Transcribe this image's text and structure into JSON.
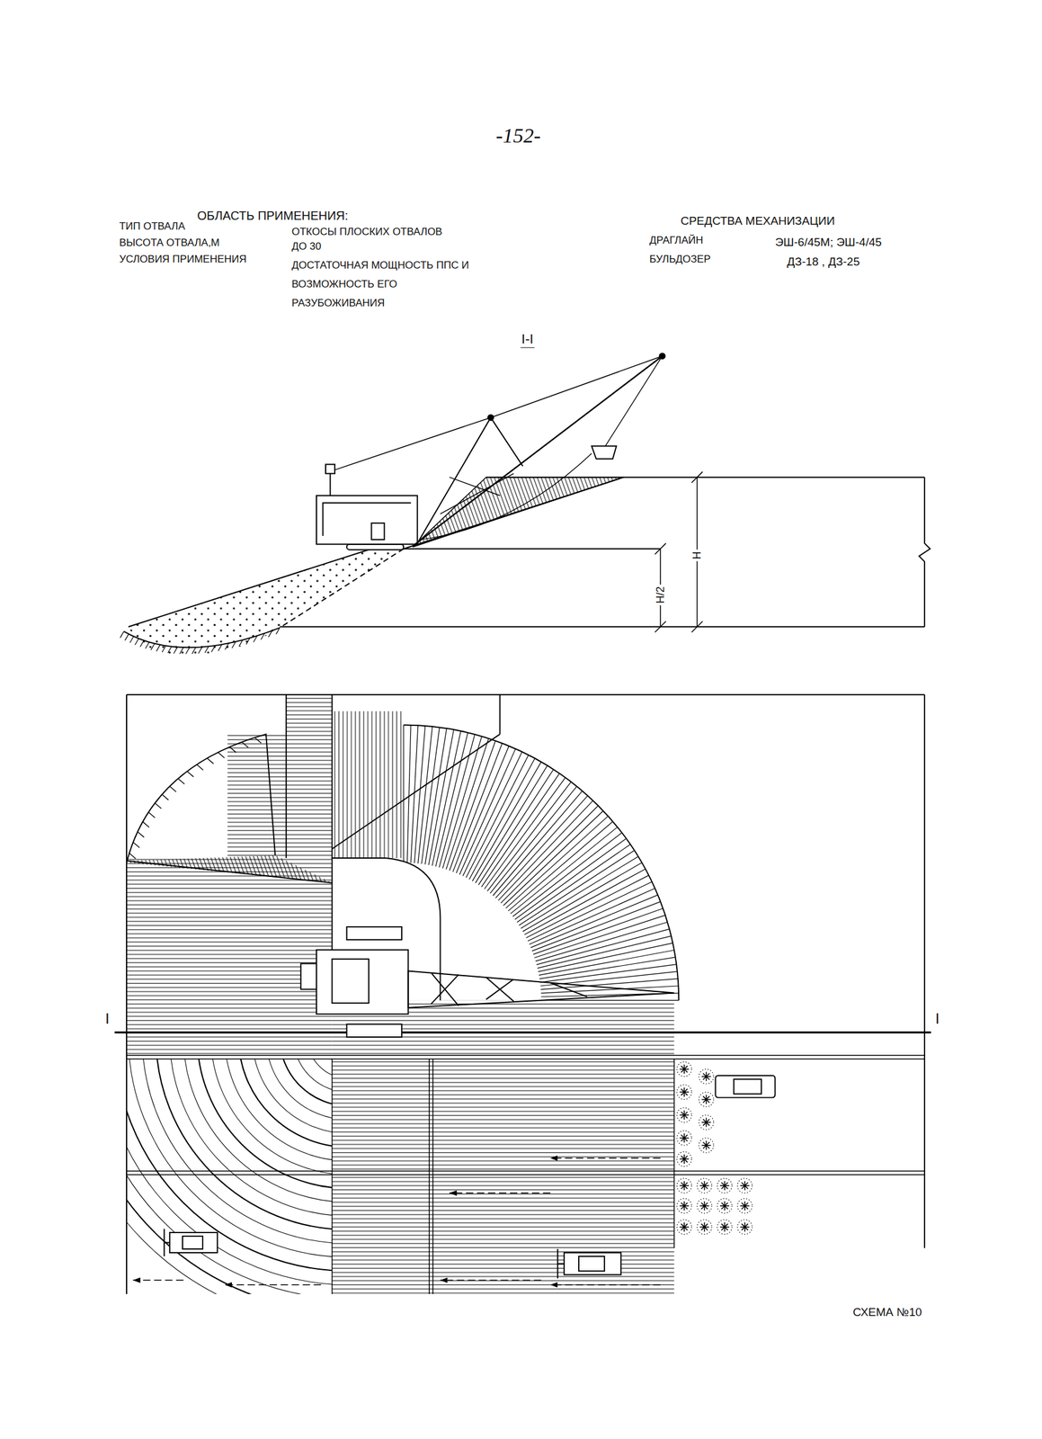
{
  "diagram": {
    "caption": "СХЕМА №10",
    "labels": [
      "-152-",
      "ОБЛАСТЬ ПРИМЕНЕНИЯ:",
      "ТИП ОТВАЛА",
      "ОТКОСЫ ПЛОСКИХ ОТВАЛОВ",
      "ВЫСОТА ОТВАЛА,М",
      "ДО 30",
      "УСЛОВИЯ ПРИМЕНЕНИЯ",
      "ДОСТАТОЧНАЯ МОЩНОСТЬ ППС И ВОЗМОЖНОСТЬ ЕГО РАЗУБОЖИВАНИЯ",
      "СРЕДСТВА МЕХАНИЗАЦИИ",
      "ДРАГЛАЙН",
      "ЭШ-6/45М; ЭШ-4/45",
      "БУЛЬДОЗЕР",
      "ДЗ-18 , ДЗ-25",
      "I-I",
      "H",
      "H/2",
      "I",
      "I"
    ]
  }
}
